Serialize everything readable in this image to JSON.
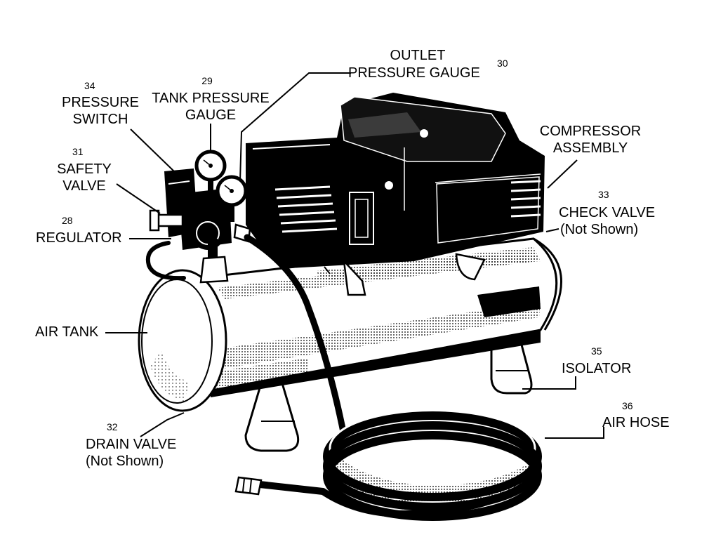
{
  "labels": {
    "outlet_gauge": {
      "number": "30",
      "line1": "OUTLET",
      "line2": "PRESSURE GAUGE"
    },
    "tank_gauge": {
      "number": "29",
      "line1": "TANK PRESSURE",
      "line2": "GAUGE"
    },
    "pressure_switch": {
      "number": "34",
      "line1": "PRESSURE",
      "line2": "SWITCH"
    },
    "safety_valve": {
      "number": "31",
      "line1": "SAFETY",
      "line2": "VALVE"
    },
    "regulator": {
      "number": "28",
      "line1": "REGULATOR"
    },
    "compressor": {
      "line1": "COMPRESSOR",
      "line2": "ASSEMBLY"
    },
    "check_valve": {
      "number": "33",
      "line1": "CHECK VALVE",
      "line2": "(Not Shown)"
    },
    "air_tank": {
      "line1": "AIR TANK"
    },
    "isolator": {
      "number": "35",
      "line1": "ISOLATOR"
    },
    "air_hose": {
      "number": "36",
      "line1": "AIR HOSE"
    },
    "drain_valve": {
      "number": "32",
      "line1": "DRAIN VALVE",
      "line2": "(Not Shown)"
    }
  }
}
